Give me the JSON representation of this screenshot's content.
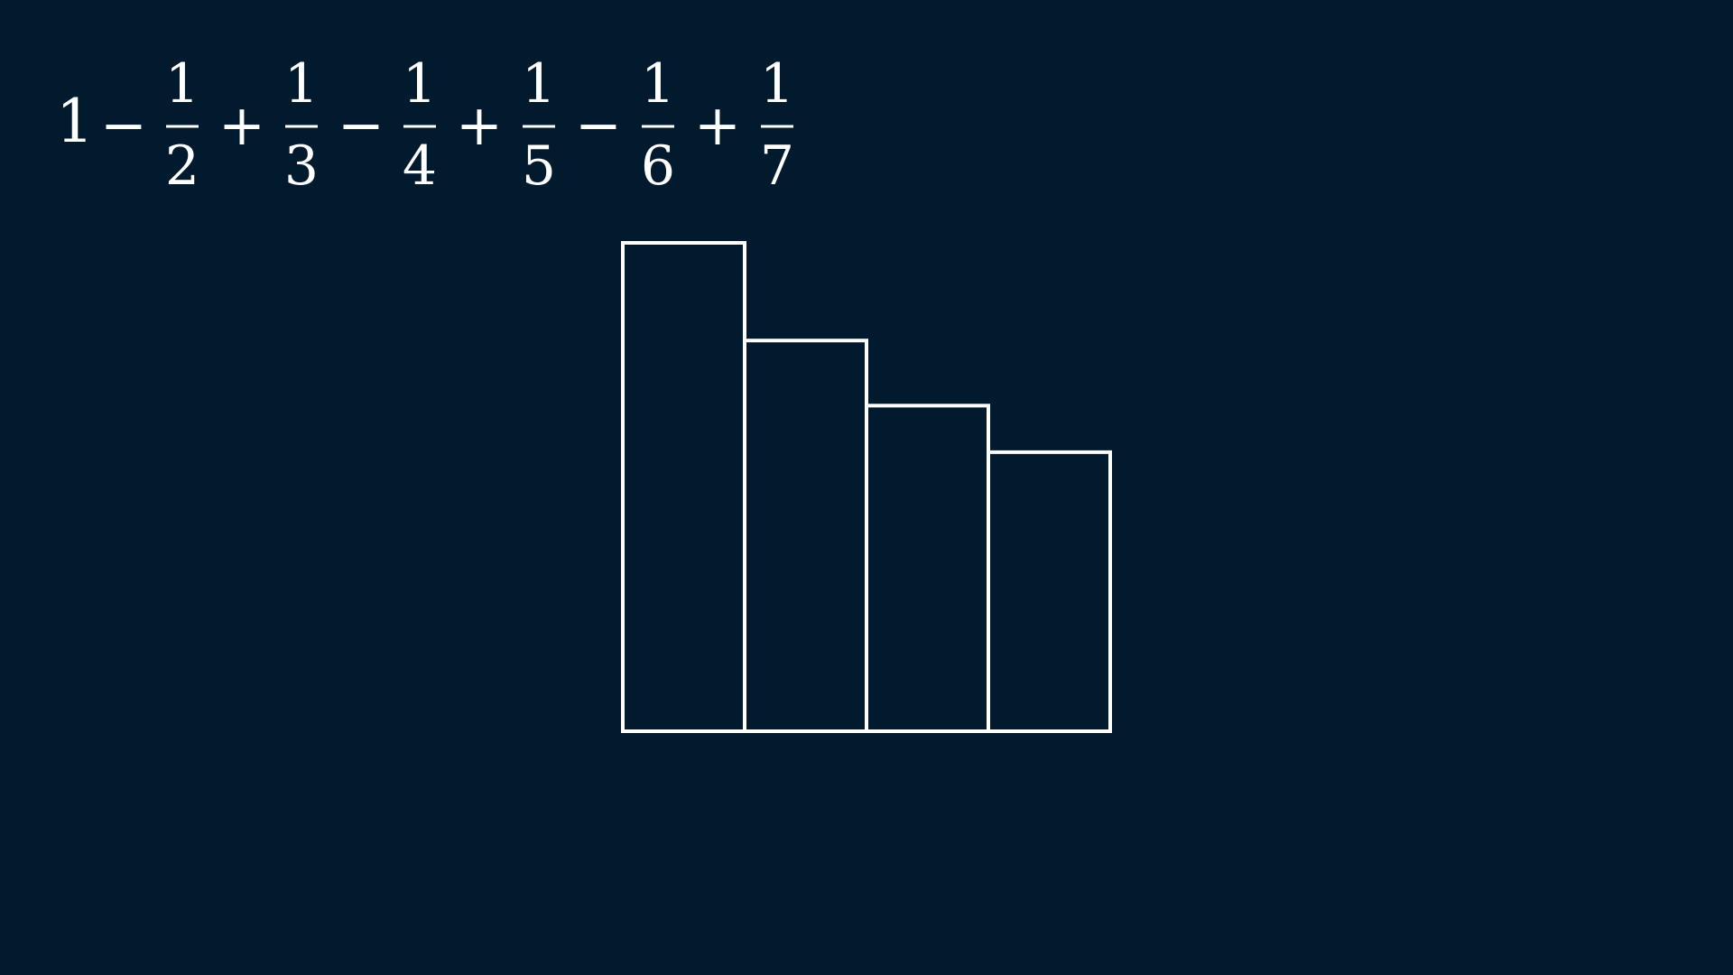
{
  "background_color": "#021a2e",
  "stroke_color": "#ffffff",
  "formula": {
    "lead": "1",
    "terms": [
      {
        "sign": "−",
        "numerator": "1",
        "denominator": "2"
      },
      {
        "sign": "+",
        "numerator": "1",
        "denominator": "3"
      },
      {
        "sign": "−",
        "numerator": "1",
        "denominator": "4"
      },
      {
        "sign": "+",
        "numerator": "1",
        "denominator": "5"
      },
      {
        "sign": "−",
        "numerator": "1",
        "denominator": "6"
      },
      {
        "sign": "+",
        "numerator": "1",
        "denominator": "7"
      }
    ]
  },
  "rectangles": {
    "values": [
      1,
      0.8,
      0.6667,
      0.5714
    ]
  }
}
